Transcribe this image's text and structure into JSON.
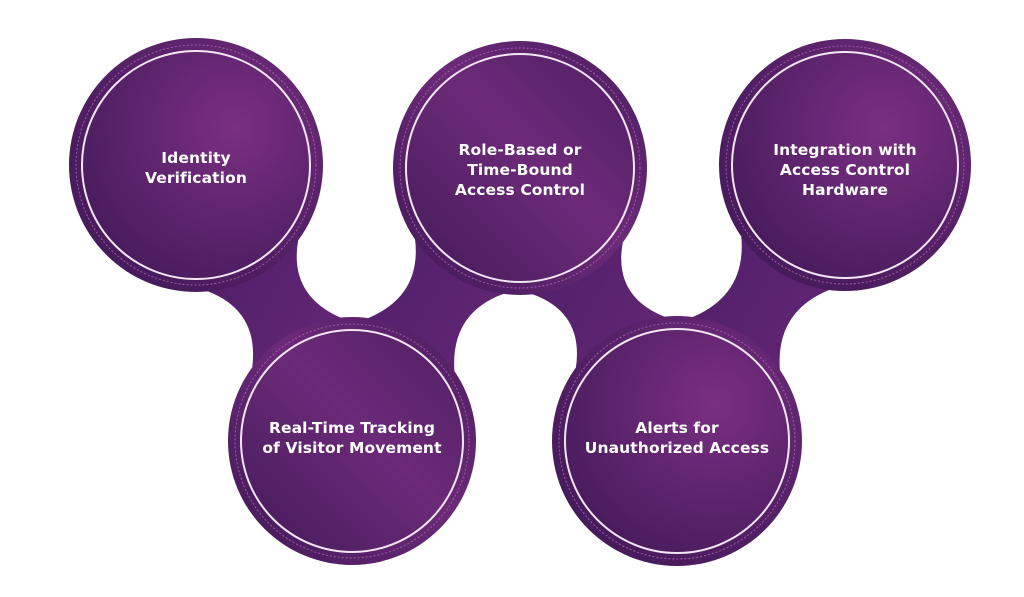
{
  "diagram": {
    "colors": {
      "fill_dark": "#4a1d5e",
      "fill_light": "#7a2f82",
      "ring": "#f3e6f5",
      "background": "#ffffff"
    },
    "nodes": [
      {
        "id": "identity",
        "lines": [
          "Identity",
          "Verification"
        ]
      },
      {
        "id": "role",
        "lines": [
          "Role-Based or",
          "Time-Bound",
          "Access Control"
        ]
      },
      {
        "id": "integration",
        "lines": [
          "Integration with",
          "Access Control",
          "Hardware"
        ]
      },
      {
        "id": "tracking",
        "lines": [
          "Real-Time Tracking",
          "of Visitor Movement"
        ]
      },
      {
        "id": "alerts",
        "lines": [
          "Alerts for",
          "Unauthorized Access"
        ]
      }
    ],
    "connections": [
      [
        "identity",
        "tracking"
      ],
      [
        "role",
        "tracking"
      ],
      [
        "role",
        "alerts"
      ],
      [
        "integration",
        "alerts"
      ]
    ]
  }
}
